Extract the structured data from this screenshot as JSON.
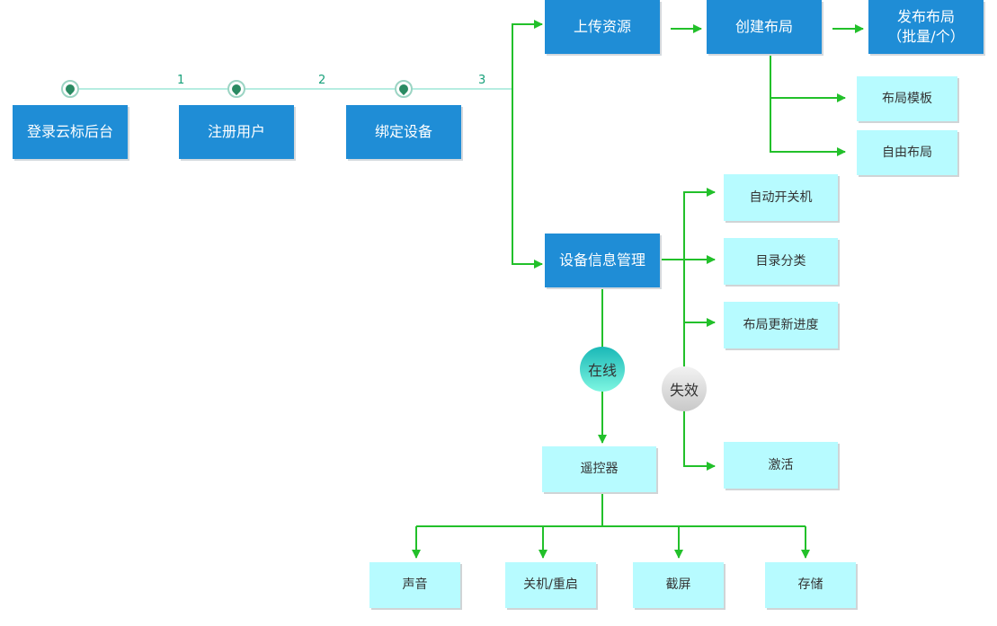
{
  "steps": {
    "labels": [
      "1",
      "2",
      "3"
    ],
    "nodes": [
      "登录云标后台",
      "注册用户",
      "绑定设备"
    ]
  },
  "branch_upload": {
    "upload": "上传资源",
    "create": "创建布局",
    "publish_line1": "发布布局",
    "publish_line2": "（批量/个）",
    "template": "布局模板",
    "free": "自由布局"
  },
  "device_mgmt": {
    "title": "设备信息管理",
    "online": "在线",
    "offline": "失效",
    "options": [
      "自动开关机",
      "目录分类",
      "布局更新进度"
    ],
    "activate": "激活"
  },
  "remote": {
    "title": "遥控器",
    "actions": [
      "声音",
      "关机/重启",
      "截屏",
      "存储"
    ]
  },
  "colors": {
    "primary_box": "#1f8dd6",
    "secondary_box": "#b7fbff",
    "arrow": "#22c02a",
    "timeline": "#b6ede1"
  }
}
